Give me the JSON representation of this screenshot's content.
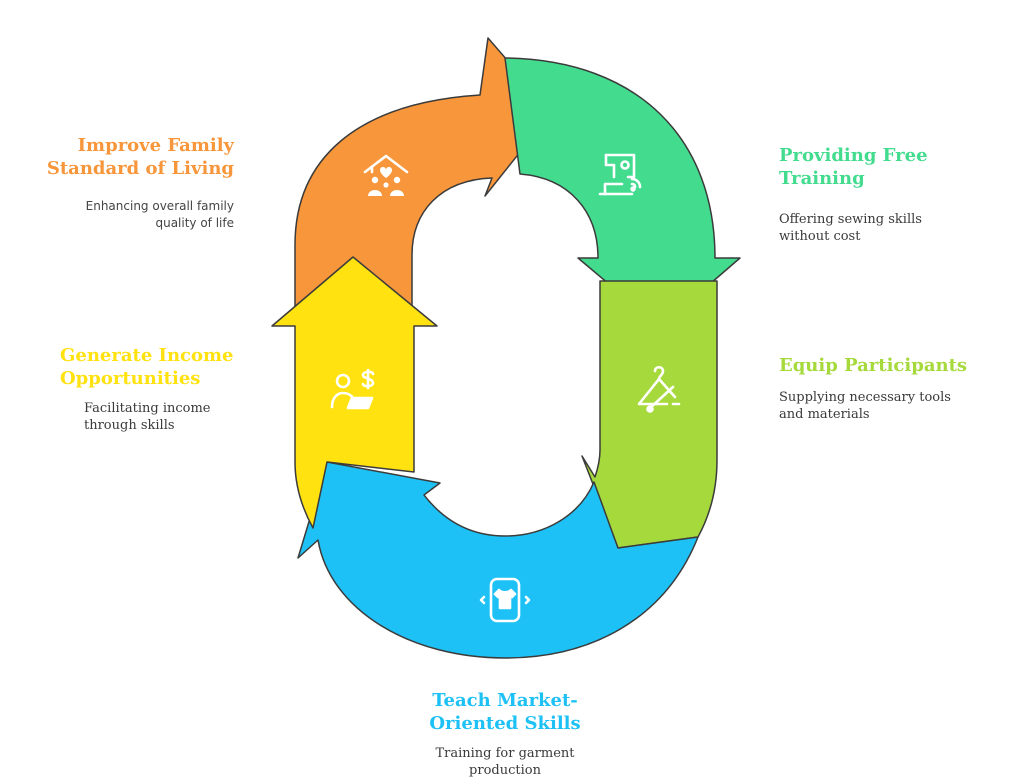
{
  "steps": [
    {
      "id": "improve",
      "title": "Improve Family\nStandard of Living",
      "description": "Enhancing overall family\nquality of life",
      "color": "#F7963A",
      "icon": "family-home-icon"
    },
    {
      "id": "training",
      "title": "Providing Free Training",
      "description": "Offering sewing skills\nwithout cost",
      "color": "#43DC8F",
      "icon": "sewing-machine-icon"
    },
    {
      "id": "equip",
      "title": "Equip Participants",
      "description": "Supplying necessary tools\nand materials",
      "color": "#A6D93B",
      "icon": "hanger-icon"
    },
    {
      "id": "teach",
      "title": "Teach Market-\nOriented Skills",
      "description": "Training for garment\nproduction",
      "color": "#1DC1F5",
      "icon": "tshirt-phone-icon"
    },
    {
      "id": "generate",
      "title": "Generate Income\nOpportunities",
      "description": "Facilitating income\nthrough skills",
      "color": "#FFE20F",
      "icon": "income-laptop-icon"
    }
  ],
  "outline_color": "#3b3b3b"
}
